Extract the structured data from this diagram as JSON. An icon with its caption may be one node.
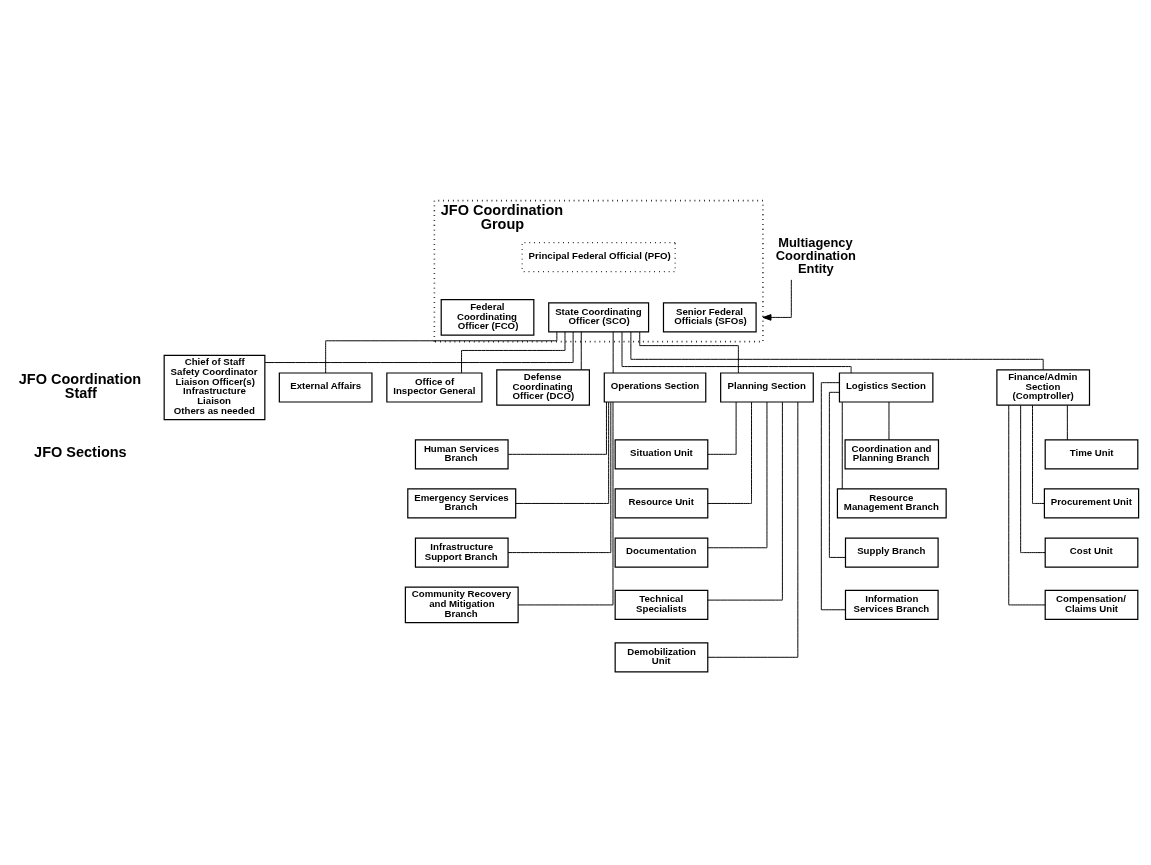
{
  "diagram": {
    "nodes": [
      {
        "text": [
          "JFO Coordination Group"
        ]
      },
      {
        "text": [
          "Principal Federal Official (PFO)"
        ],
        "in": 0
      },
      {
        "text": [
          "Federal Coordinating Officer (FCO)"
        ],
        "in": 0
      },
      {
        "text": [
          "State Coordinating Officer (SCO)"
        ],
        "in": 0
      },
      {
        "text": [
          "Senior Federal Officials (SFOs)"
        ],
        "in": 0
      },
      {
        "text": [
          "Multiagency Coordination Entity"
        ]
      },
      {
        "text": [
          "Chief of Staff",
          "Safety Coordinator",
          "Liaison Officer(s)",
          "Infrastructure Liaison",
          "Others as needed"
        ]
      },
      {
        "text": [
          "External Affairs"
        ]
      },
      {
        "text": [
          "Office of Inspector General"
        ]
      },
      {
        "text": [
          "Defense Coordinating Officer (DCO)"
        ]
      },
      {
        "text": [
          "Operations Section"
        ]
      },
      {
        "text": [
          "Human Services Branch"
        ]
      },
      {
        "text": [
          "Emergency Services Branch"
        ]
      },
      {
        "text": [
          "Infrastructure Support Branch"
        ]
      },
      {
        "text": [
          "Community Recovery and Mitigation Branch"
        ]
      },
      {
        "text": [
          "Planning Section"
        ]
      },
      {
        "text": [
          "Situation Unit"
        ]
      },
      {
        "text": [
          "Resource Unit"
        ]
      },
      {
        "text": [
          "Documentation"
        ]
      },
      {
        "text": [
          "Technical Specialists"
        ]
      },
      {
        "text": [
          "Demobilization Unit"
        ]
      },
      {
        "text": [
          "Logistics Section"
        ]
      },
      {
        "text": [
          "Coordination and Planning Branch"
        ]
      },
      {
        "text": [
          "Resource Management Branch"
        ]
      },
      {
        "text": [
          "Supply Branch"
        ]
      },
      {
        "text": [
          "Information Services Branch"
        ]
      },
      {
        "text": [
          "Finance/Admin Section (Comptroller)"
        ]
      },
      {
        "text": [
          "Time Unit"
        ]
      },
      {
        "text": [
          "Procurement Unit"
        ]
      },
      {
        "text": [
          "Cost Unit"
        ]
      },
      {
        "text": [
          "Compensation/ Claims Unit"
        ]
      }
    ],
    "edges": [
      {
        "from": 5,
        "to": 0,
        "arrow": "to"
      },
      {
        "from": 3,
        "to": 6,
        "arrow": "none"
      },
      {
        "from": 3,
        "to": 7,
        "arrow": "none"
      },
      {
        "from": 3,
        "to": 8,
        "arrow": "none"
      },
      {
        "from": 3,
        "to": 9,
        "arrow": "none"
      },
      {
        "from": 3,
        "to": 10,
        "arrow": "none"
      },
      {
        "from": 3,
        "to": 15,
        "arrow": "none"
      },
      {
        "from": 3,
        "to": 21,
        "arrow": "none"
      },
      {
        "from": 3,
        "to": 26,
        "arrow": "none"
      },
      {
        "from": 10,
        "to": 11,
        "arrow": "none"
      },
      {
        "from": 10,
        "to": 12,
        "arrow": "none"
      },
      {
        "from": 10,
        "to": 13,
        "arrow": "none"
      },
      {
        "from": 10,
        "to": 14,
        "arrow": "none"
      },
      {
        "from": 15,
        "to": 16,
        "arrow": "none"
      },
      {
        "from": 15,
        "to": 17,
        "arrow": "none"
      },
      {
        "from": 15,
        "to": 18,
        "arrow": "none"
      },
      {
        "from": 15,
        "to": 19,
        "arrow": "none"
      },
      {
        "from": 15,
        "to": 20,
        "arrow": "none"
      },
      {
        "from": 21,
        "to": 22,
        "arrow": "none"
      },
      {
        "from": 21,
        "to": 23,
        "arrow": "none"
      },
      {
        "from": 21,
        "to": 24,
        "arrow": "none"
      },
      {
        "from": 21,
        "to": 25,
        "arrow": "none"
      },
      {
        "from": 26,
        "to": 27,
        "arrow": "none"
      },
      {
        "from": 26,
        "to": 28,
        "arrow": "none"
      },
      {
        "from": 26,
        "to": 29,
        "arrow": "none"
      },
      {
        "from": 26,
        "to": 30,
        "arrow": "none"
      }
    ],
    "labels": [
      "JFO Coordination Staff",
      "JFO Sections"
    ]
  }
}
